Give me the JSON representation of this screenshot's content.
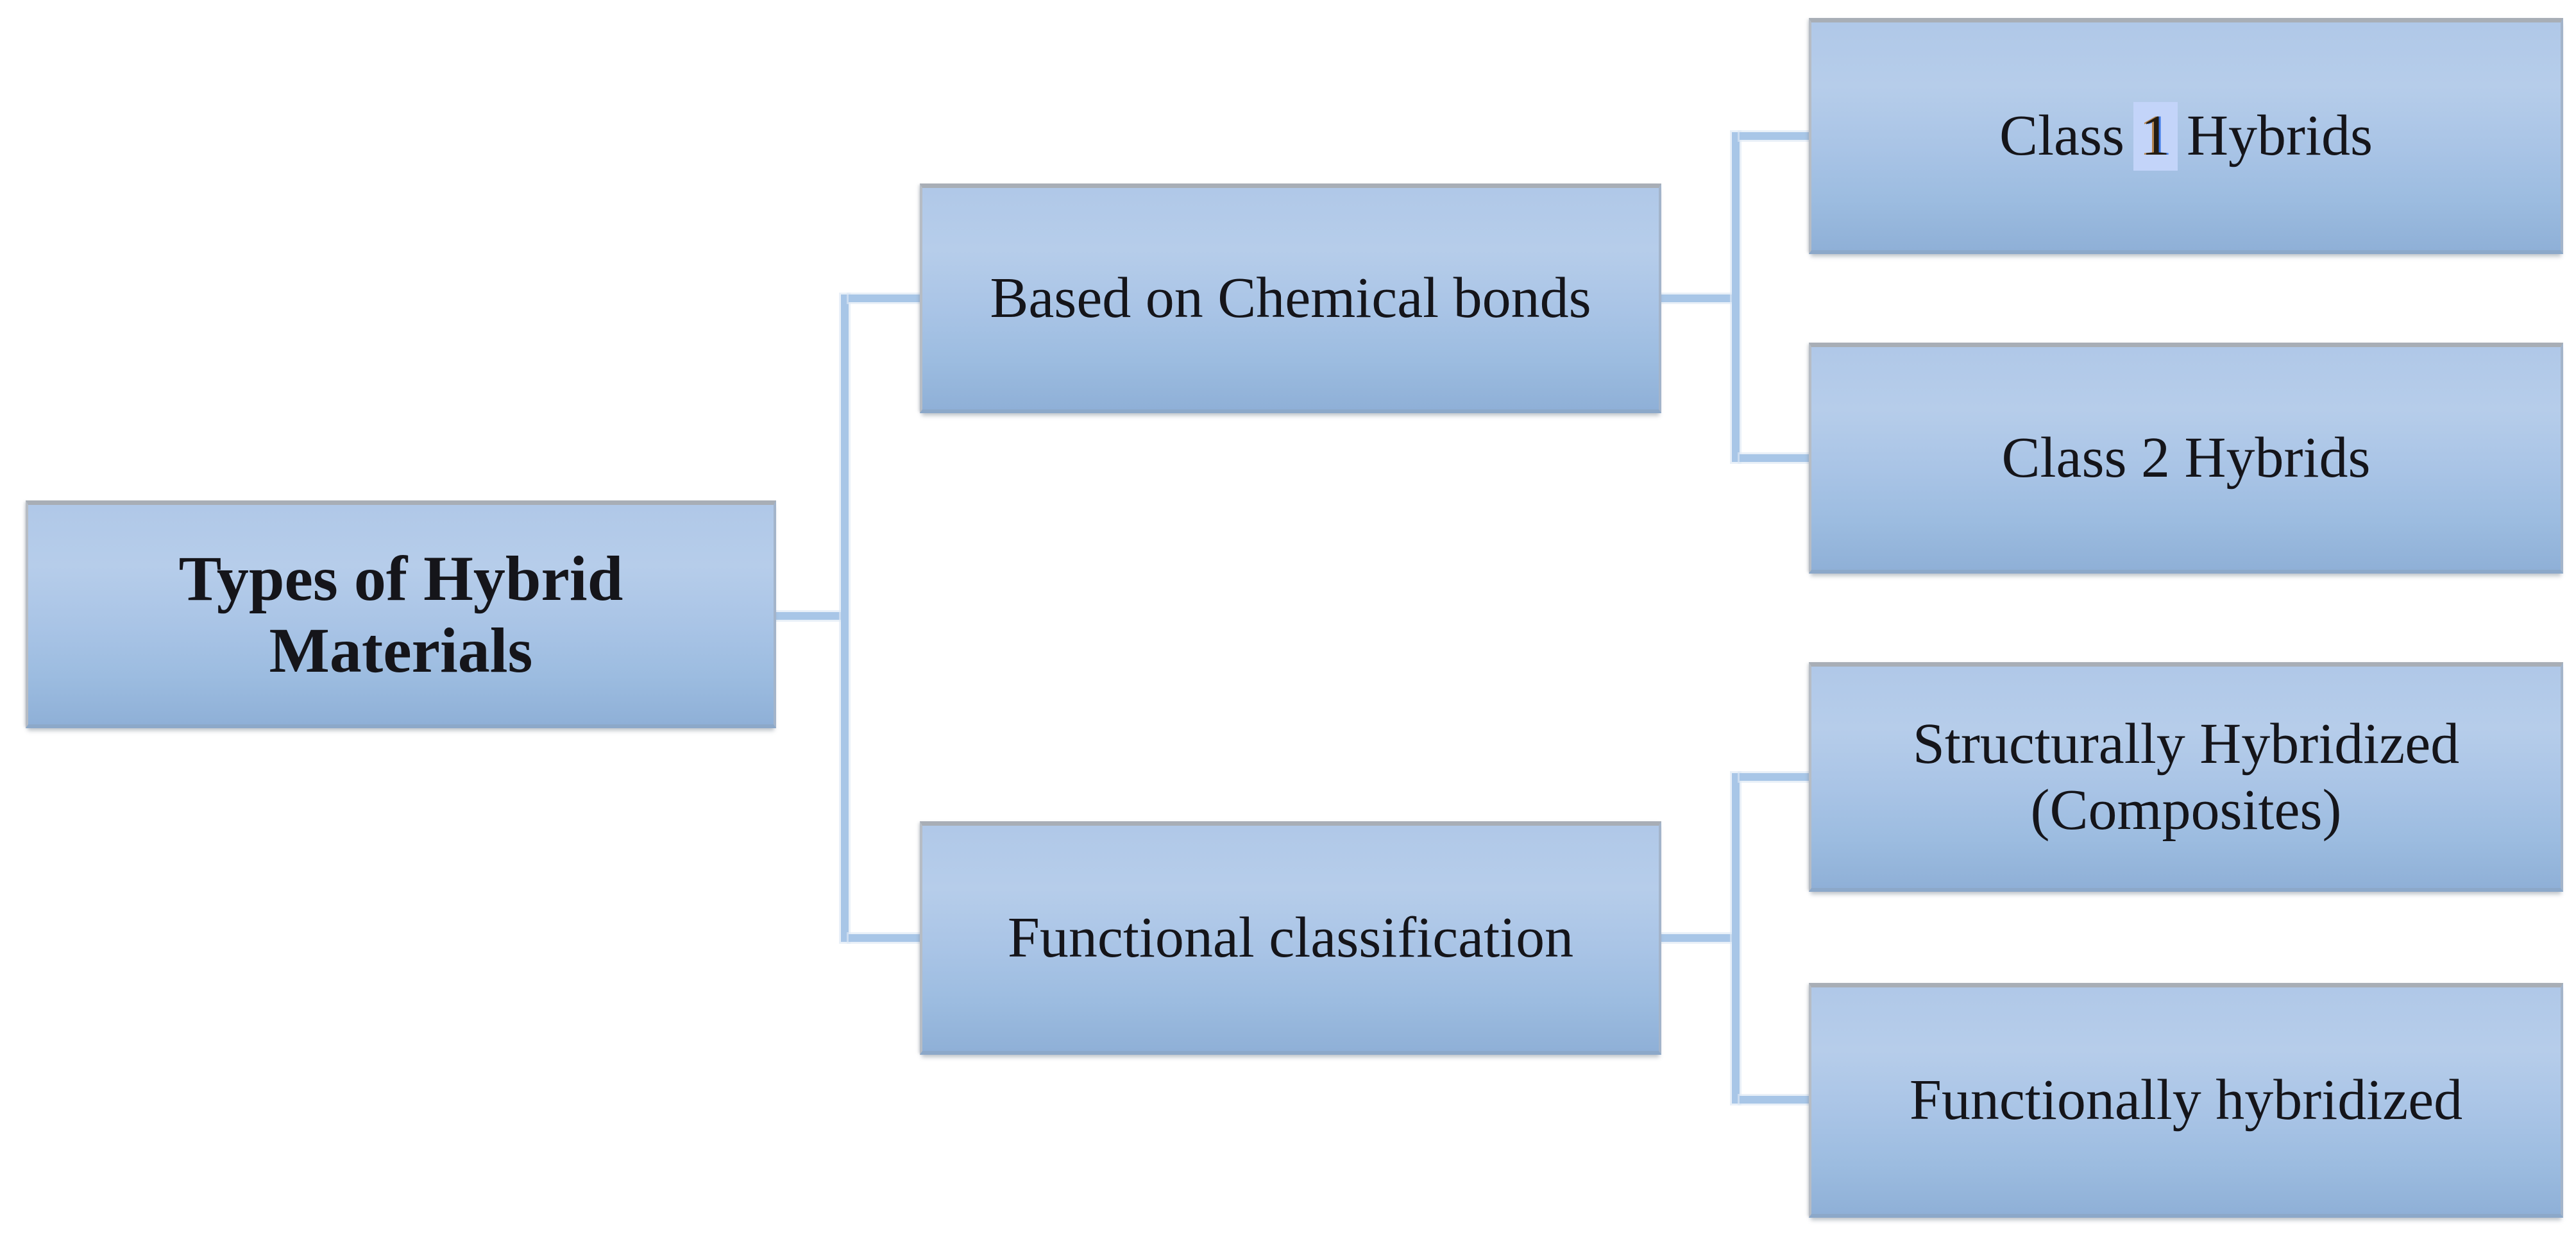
{
  "diagram": {
    "root": {
      "label": "Types of Hybrid Materials"
    },
    "branches": [
      {
        "label": "Based on Chemical bonds",
        "children": [
          {
            "prefix": "Class",
            "highlight": "1",
            "suffix": "Hybrids"
          },
          {
            "label": "Class 2 Hybrids"
          }
        ]
      },
      {
        "label": "Functional classification",
        "children": [
          {
            "label": "Structurally Hybridized (Composites)"
          },
          {
            "label": "Functionally hybridized"
          }
        ]
      }
    ]
  },
  "colors": {
    "box_fill_top": "#b0c8e8",
    "box_fill_mid": "#a9c4e6",
    "box_fill_bottom": "#8fb0d7",
    "box_border_gray": "#a8aeb6",
    "box_border_blue": "#8ca8c9",
    "connector": "#a8c6e7",
    "text": "#15151a",
    "highlight_bg": "#c3d4f9"
  }
}
